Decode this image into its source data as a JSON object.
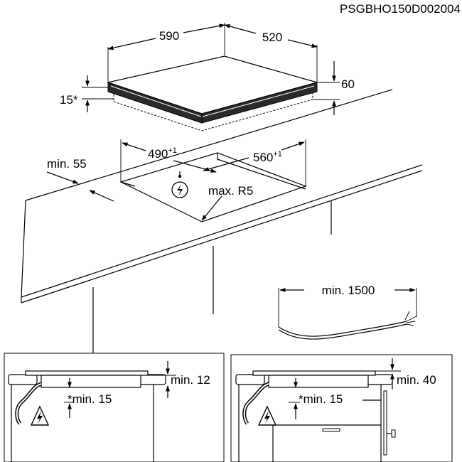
{
  "doc_code": "PSGBHO150D002004",
  "hob": {
    "width": "590",
    "depth": "520",
    "height": "60",
    "thickness": "15*"
  },
  "cutout": {
    "width": "490",
    "width_tol": "+1",
    "depth": "560",
    "depth_tol": "+1",
    "front_margin": "min. 55",
    "radius": "max. R5"
  },
  "cable": {
    "length": "min. 1500"
  },
  "detail_left": {
    "top_gap": "min. 12",
    "bottom_gap": "*min. 15"
  },
  "detail_right": {
    "top_gap": "min. 40",
    "bottom_gap": "*min. 15"
  },
  "icons": [
    "hazard-warning-icon",
    "electrical-hazard-icon"
  ]
}
